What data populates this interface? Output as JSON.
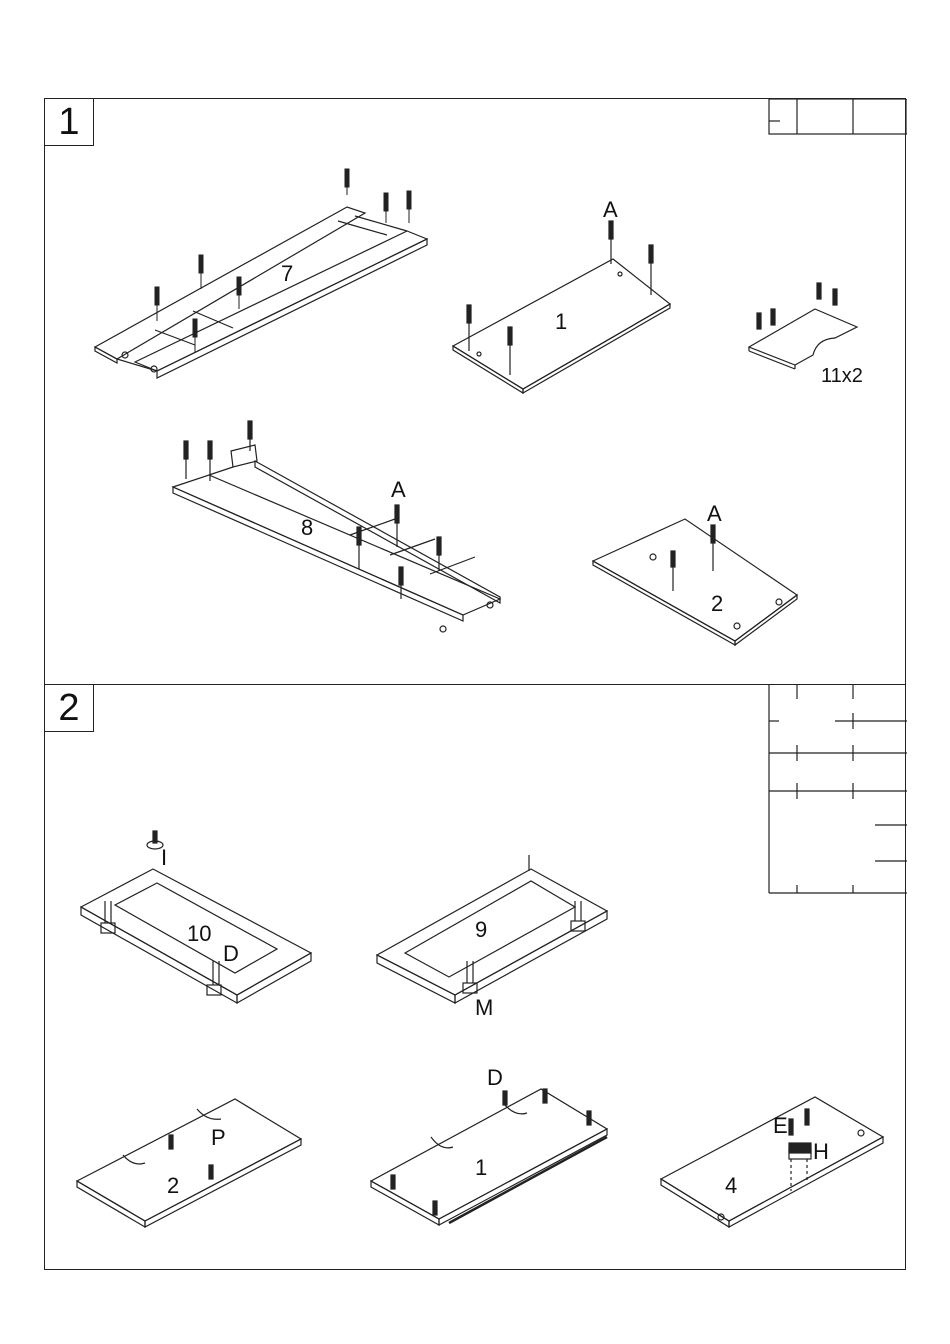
{
  "steps": [
    {
      "number": "1",
      "labels": {
        "panel_7": "7",
        "panel_1": "1",
        "hardware_a_1": "A",
        "qty_11": "11x2",
        "panel_8": "8",
        "hardware_a_8": "A",
        "hardware_a_2": "A",
        "panel_2": "2"
      }
    },
    {
      "number": "2",
      "labels": {
        "hardware_i": "I",
        "panel_10": "10",
        "hardware_d_10": "D",
        "panel_9": "9",
        "hardware_m": "M",
        "hardware_p": "P",
        "panel_2b": "2",
        "hardware_d_1": "D",
        "panel_1b": "1",
        "hardware_e": "E",
        "hardware_h": "H",
        "panel_4": "4"
      }
    }
  ]
}
